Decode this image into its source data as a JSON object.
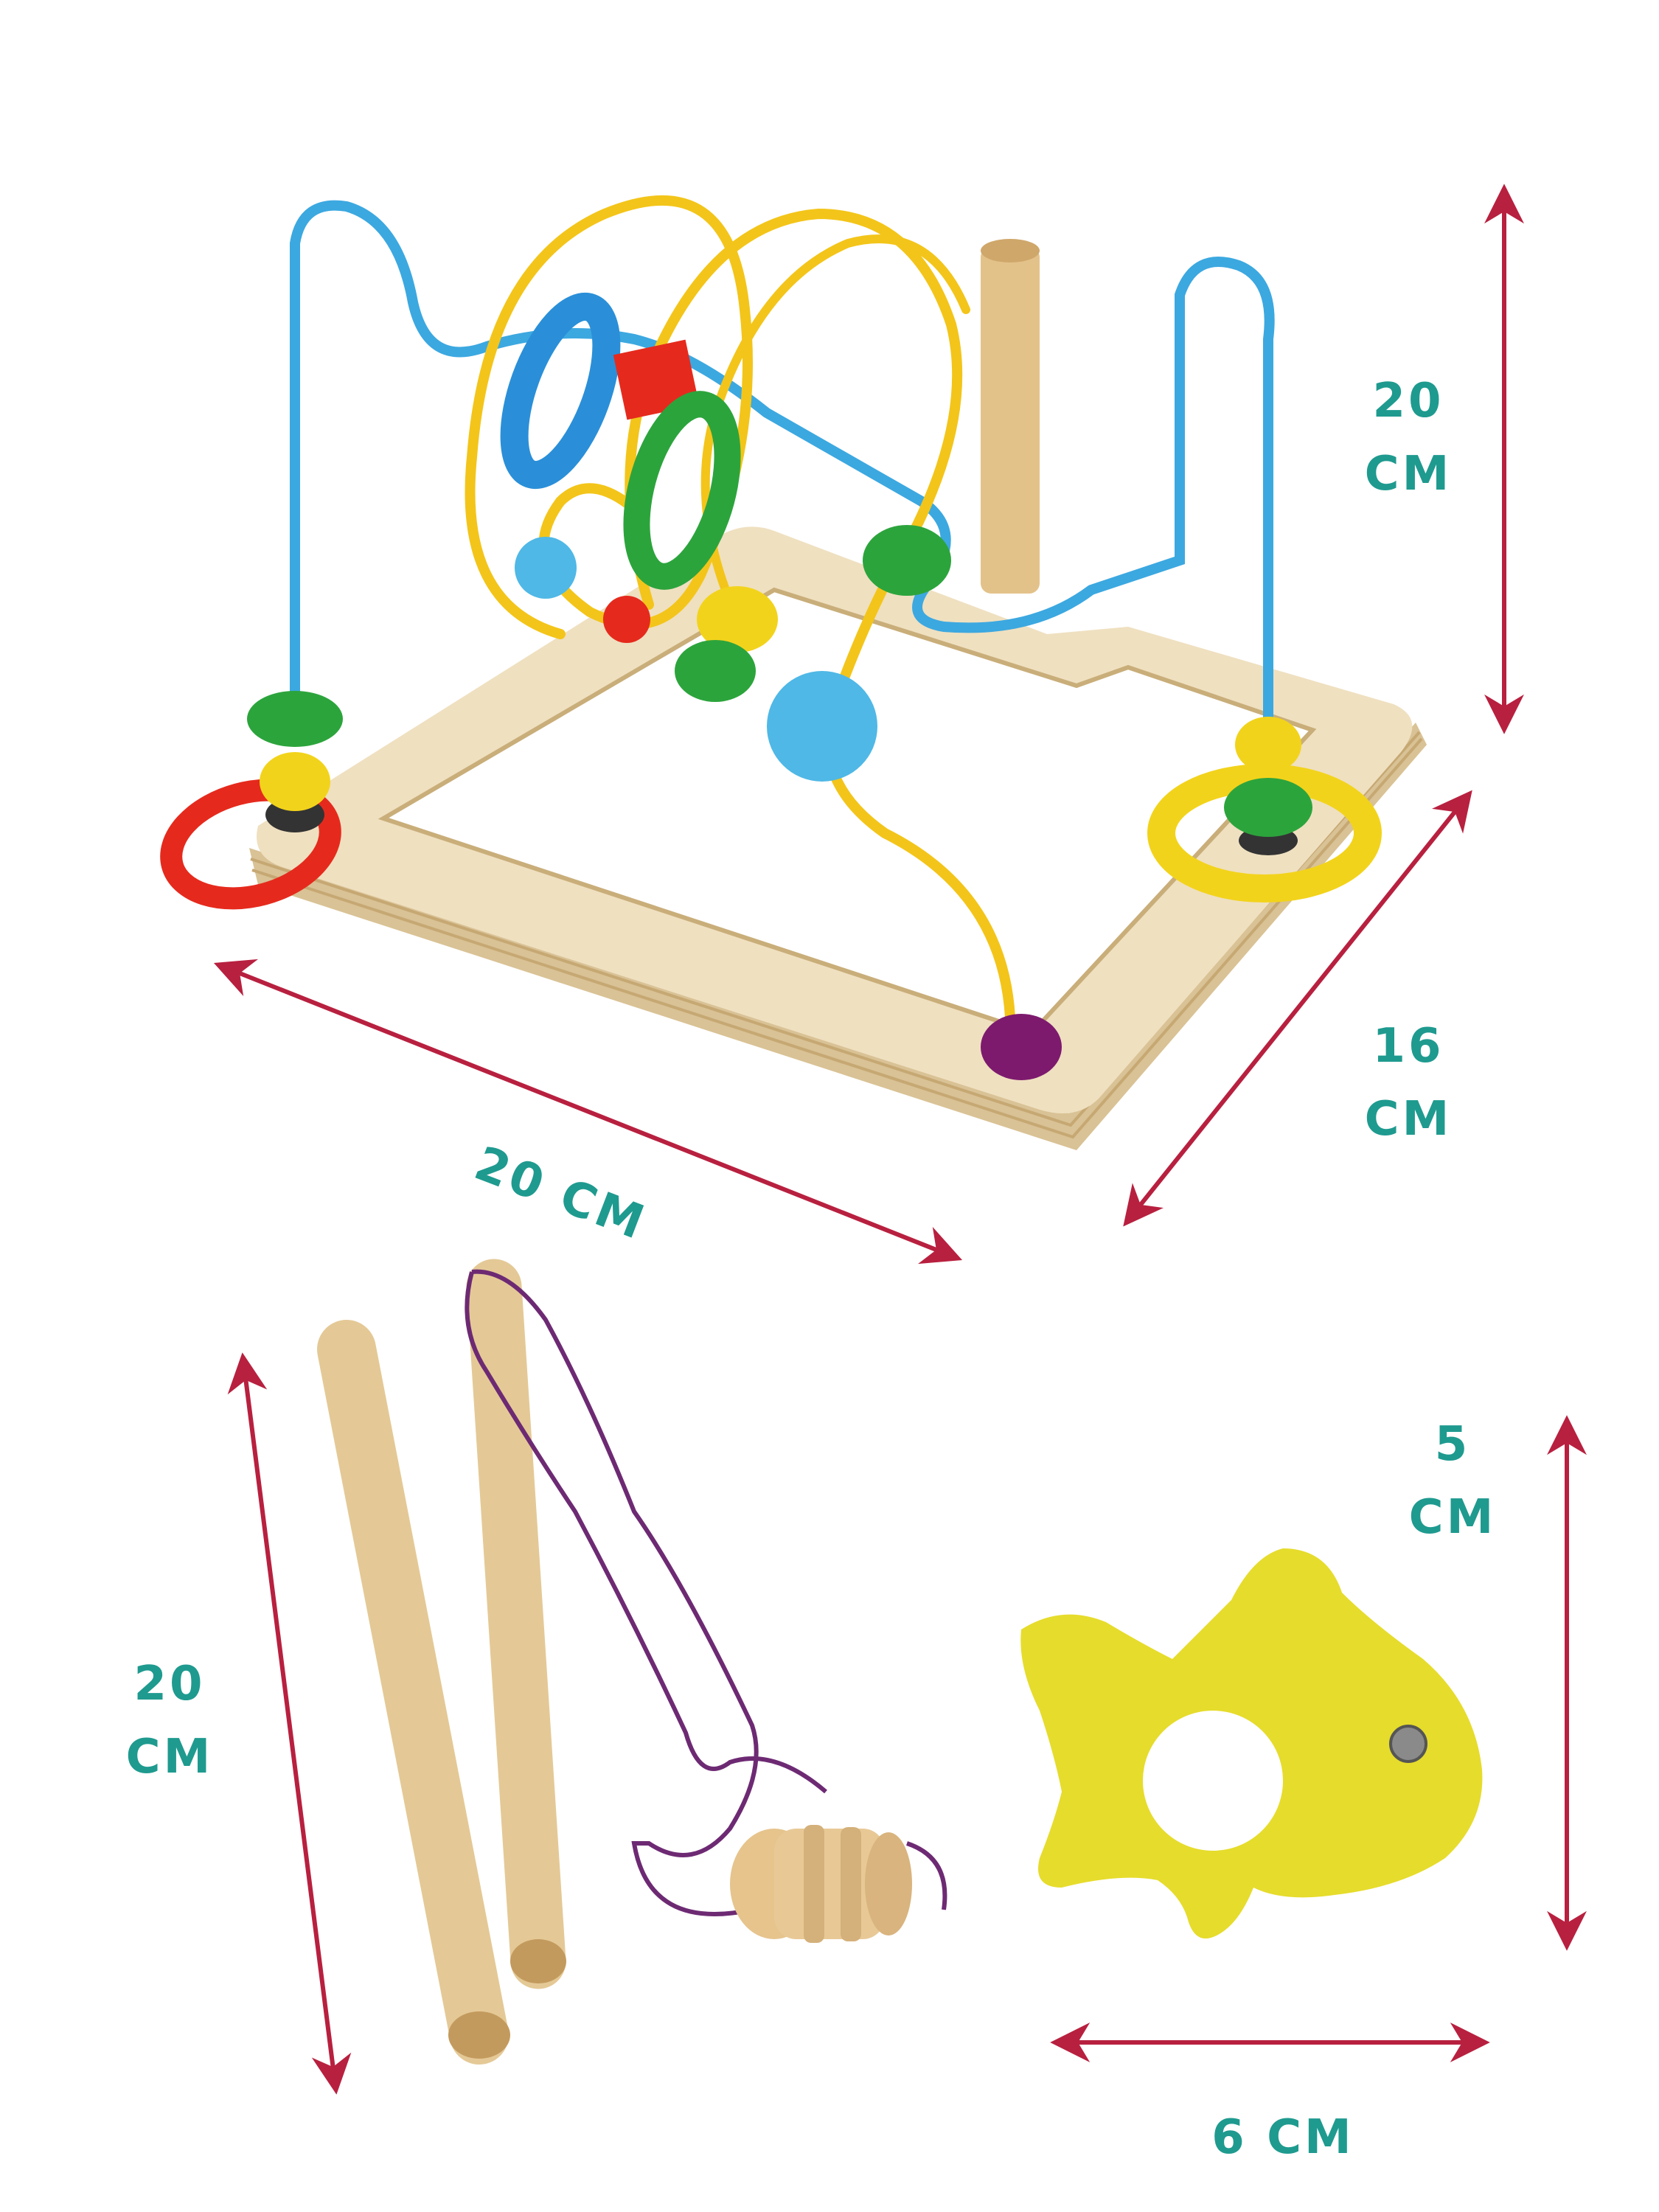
{
  "colors": {
    "arrow": "#b8203f",
    "label": "#1f9a8f",
    "wood": "#efe0c0",
    "wood_edge": "#d7bf92",
    "wire_blue": "#3ca8e0",
    "wire_yellow": "#f3c51a",
    "bead_red": "#e52a1d",
    "bead_green": "#2ca43c",
    "bead_yellow": "#f2d31b",
    "bead_blue": "#4fb8e6",
    "bead_purple": "#7d1a6e",
    "fish_yellow": "#e6dc2c",
    "cord_purple": "#6d2a73"
  },
  "labels": {
    "maze_height": {
      "value": "20",
      "unit": "CM"
    },
    "maze_depth": {
      "value": "16",
      "unit": "CM"
    },
    "maze_width": {
      "text": "20 CM"
    },
    "rod_length": {
      "value": "20",
      "unit": "CM"
    },
    "fish_height": {
      "value": "5",
      "unit": "CM"
    },
    "fish_width": {
      "text": "6 CM"
    }
  }
}
